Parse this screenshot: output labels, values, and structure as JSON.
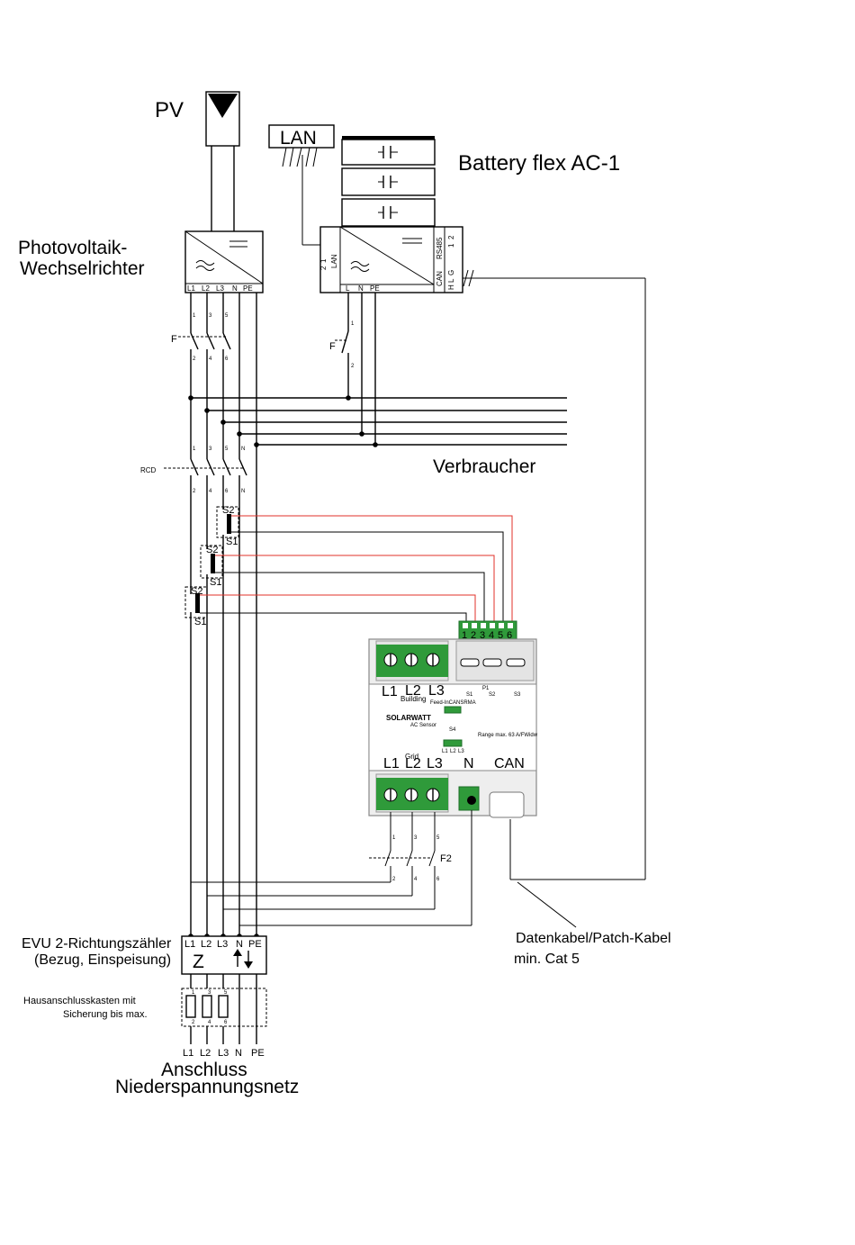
{
  "labels": {
    "pv": "PV",
    "lan": "LAN",
    "battery": "Battery flex AC-1",
    "inverter_line1": "Photovoltaik-",
    "inverter_line2": "Wechselrichter",
    "consumers": "Verbraucher",
    "rcd": "RCD",
    "fuse_f": "F",
    "fuse_f2": "F2",
    "cable_line1": "Datenkabel/Patch-Kabel",
    "cable_line2": "min. Cat 5",
    "meter_line1": "EVU 2-Richtungszähler",
    "meter_line2": "(Bezug, Einspeisung)",
    "meter_symbol": "Z",
    "house_line1": "Hausanschlusskasten mit",
    "house_line2": "Sicherung bis max.",
    "grid_line1": "Anschluss",
    "grid_line2": "Niederspannungsnetz"
  },
  "inverter_terminals": [
    "L1",
    "L2",
    "L3",
    "N",
    "PE"
  ],
  "battery_terminals": [
    "L",
    "N",
    "PE"
  ],
  "battery_side": {
    "lan": "LAN",
    "lan_pins": [
      "1",
      "2"
    ],
    "rs485": "RS485",
    "rs485_pins": [
      "1",
      "2"
    ],
    "can": "CAN",
    "can_pins": [
      "H",
      "L",
      "G"
    ]
  },
  "switch_pins_top": [
    "1",
    "3",
    "5"
  ],
  "switch_pins_bottom": [
    "2",
    "4",
    "6"
  ],
  "rcd_pins_top": [
    "1",
    "3",
    "5",
    "N"
  ],
  "rcd_pins_bottom": [
    "2",
    "4",
    "6",
    "N"
  ],
  "battery_switch_pins": [
    "1",
    "2"
  ],
  "ct_labels": {
    "s1": "S1",
    "s2": "S2"
  },
  "sensor": {
    "top_terminals": [
      "L1",
      "L2",
      "L3"
    ],
    "building": "Building",
    "connector_pins": [
      "1",
      "2",
      "3",
      "4",
      "5",
      "6"
    ],
    "p1": "P1",
    "s_labels": [
      "S1",
      "S2",
      "S3"
    ],
    "feed": "Feed-InCANSRMA",
    "brand": "SOLARWATT",
    "model": "AC Sensor",
    "s4": "S4",
    "jumper_pins": [
      "L1",
      "L2",
      "L3"
    ],
    "range": "Range max. 63 A/FWidw",
    "grid": "Grid",
    "bottom_terminals": [
      "L1",
      "L2",
      "L3",
      "N",
      "CAN"
    ]
  },
  "meter_terminals": [
    "L1",
    "L2",
    "L3",
    "N",
    "PE"
  ],
  "fuse_pins_top": [
    "1",
    "3",
    "5"
  ],
  "fuse_pins_bottom": [
    "2",
    "4",
    "6"
  ],
  "grid_terminals": [
    "L1",
    "L2",
    "L3",
    "N",
    "PE"
  ],
  "colors": {
    "ct_wire": "#e0302a",
    "connector": "#2f9a3a"
  }
}
